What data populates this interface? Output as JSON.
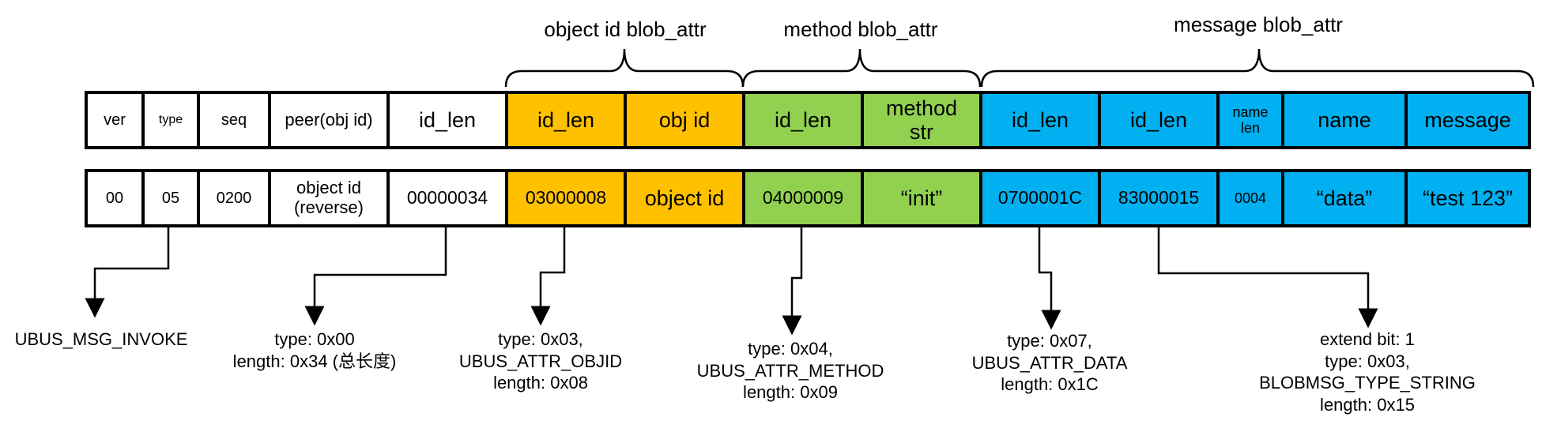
{
  "groups": [
    {
      "label": "object id blob_attr"
    },
    {
      "label": "method blob_attr"
    },
    {
      "label": "message blob_attr"
    }
  ],
  "header_row": [
    {
      "label": "ver",
      "color": "#ffffff"
    },
    {
      "label": "type",
      "color": "#ffffff"
    },
    {
      "label": "seq",
      "color": "#ffffff"
    },
    {
      "label": "peer(obj id)",
      "color": "#ffffff"
    },
    {
      "label": "id_len",
      "color": "#ffffff"
    },
    {
      "label": "id_len",
      "color": "#FFC000"
    },
    {
      "label": "obj id",
      "color": "#FFC000"
    },
    {
      "label": "id_len",
      "color": "#92D050"
    },
    {
      "label": "method\nstr",
      "color": "#92D050"
    },
    {
      "label": "id_len",
      "color": "#00B0F0"
    },
    {
      "label": "id_len",
      "color": "#00B0F0"
    },
    {
      "label": "name\nlen",
      "color": "#00B0F0"
    },
    {
      "label": "name",
      "color": "#00B0F0"
    },
    {
      "label": "message",
      "color": "#00B0F0"
    }
  ],
  "value_row": [
    {
      "label": "00",
      "color": "#ffffff"
    },
    {
      "label": "05",
      "color": "#ffffff"
    },
    {
      "label": "0200",
      "color": "#ffffff"
    },
    {
      "label": "object id\n(reverse)",
      "color": "#ffffff"
    },
    {
      "label": "00000034",
      "color": "#ffffff"
    },
    {
      "label": "03000008",
      "color": "#FFC000"
    },
    {
      "label": "object id",
      "color": "#FFC000"
    },
    {
      "label": "04000009",
      "color": "#92D050"
    },
    {
      "label": "“init”",
      "color": "#92D050"
    },
    {
      "label": "0700001C",
      "color": "#00B0F0"
    },
    {
      "label": "83000015",
      "color": "#00B0F0"
    },
    {
      "label": "0004",
      "color": "#00B0F0"
    },
    {
      "label": "“data”",
      "color": "#00B0F0"
    },
    {
      "label": "“test 123”",
      "color": "#00B0F0"
    }
  ],
  "annotations": [
    {
      "text": "UBUS_MSG_INVOKE"
    },
    {
      "text": "type: 0x00\nlength: 0x34 (总长度)"
    },
    {
      "text": "type: 0x03,\nUBUS_ATTR_OBJID\nlength: 0x08"
    },
    {
      "text": "type: 0x04,\nUBUS_ATTR_METHOD\nlength: 0x09"
    },
    {
      "text": "type: 0x07,\nUBUS_ATTR_DATA\nlength: 0x1C"
    },
    {
      "text": "extend bit: 1\ntype: 0x03,\nBLOBMSG_TYPE_STRING\nlength: 0x15"
    }
  ]
}
